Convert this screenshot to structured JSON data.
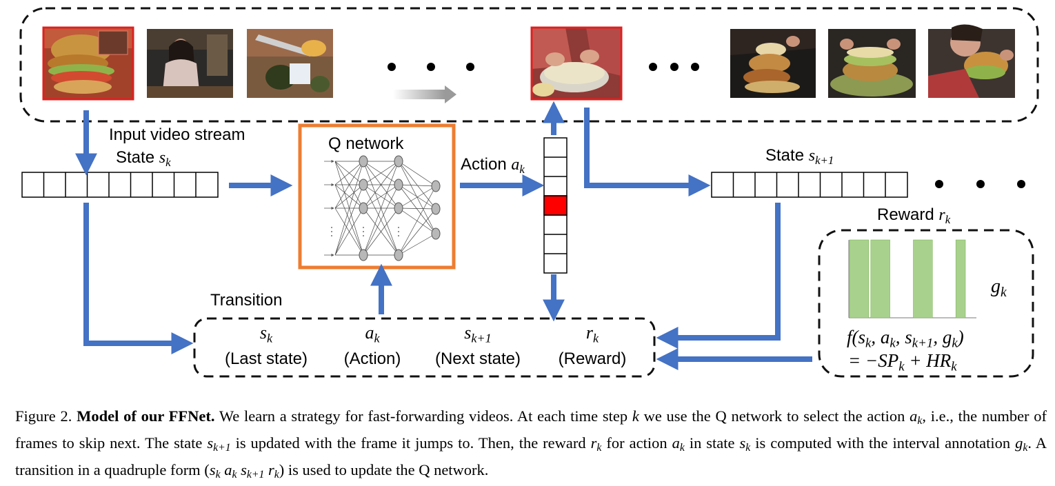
{
  "colors": {
    "arrow": "#4472c4",
    "q_box": "#ed7d31",
    "selected_cell": "#ff0000",
    "frame_border": "#e02020",
    "bar": "#a9d18e",
    "bar_edge": "#70ad47"
  },
  "labels": {
    "input_video_stream": "Input video stream",
    "state_sk": "State",
    "state_sk_var": "s",
    "state_sk_sub": "k",
    "q_network": "Q network",
    "action": "Action",
    "action_var": "a",
    "action_sub": "k",
    "state_sk1": "State",
    "state_sk1_var": "s",
    "state_sk1_sub": "k+1",
    "reward": "Reward",
    "reward_var": "r",
    "reward_sub": "k",
    "transition": "Transition",
    "g_var": "g",
    "g_sub": "k"
  },
  "transition_items": [
    {
      "var": "s",
      "sub": "k",
      "text": "(Last state)"
    },
    {
      "var": "a",
      "sub": "k",
      "text": "(Action)"
    },
    {
      "var": "s",
      "sub": "k+1",
      "text": "(Next state)"
    },
    {
      "var": "r",
      "sub": "k",
      "text": "(Reward)"
    }
  ],
  "reward_formula": {
    "line1": "f(s",
    "line2_prefix": "= −SP",
    "line2_mid": " + HR"
  },
  "reward_bars": [
    1,
    1,
    0,
    1,
    0,
    1
  ],
  "caption": {
    "fig": "Figure 2.",
    "title": "Model of our FFNet.",
    "text": "We learn a strategy for fast-forwarding videos. At each time step"
  }
}
